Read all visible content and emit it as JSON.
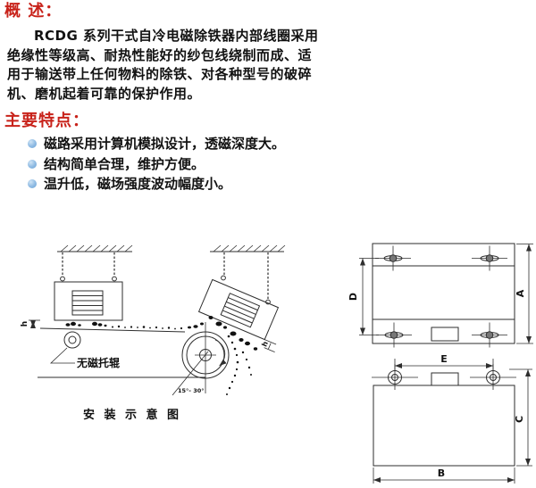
{
  "document": {
    "overview_heading": "概 述：",
    "overview_body": "RCDG 系列干式自冷电磁除铁器内部线圈采用绝缘性等级高、耐热性能好的纱包线绕制而成、适用于输送带上任何物料的除铁、对各种型号的破碎机、磨机起着可靠的保护作用。",
    "features_heading": "主要特点：",
    "features": [
      "磁路采用计算机模拟设计，透磁深度大。",
      "结构简单合理，维护方便。",
      "温升低，磁场强度波动幅度小。"
    ]
  },
  "installation_diagram": {
    "caption": "安 装 示 意 图",
    "roller_label": "无磁托辊",
    "angle_label": "15°- 30°",
    "gap_label_left": "h",
    "gap_label_right": "h"
  },
  "dimension_drawings": {
    "top_view": {
      "dim_height_left": "D",
      "dim_height_right": "A",
      "dim_width_bottom": "E"
    },
    "front_view": {
      "dim_height_right": "C",
      "dim_width_bottom": "B"
    }
  },
  "colors": {
    "accent_red": "#c8221a",
    "bullet_blue": "#6ea6d9",
    "line": "#2e2e2e",
    "text": "#121212"
  }
}
